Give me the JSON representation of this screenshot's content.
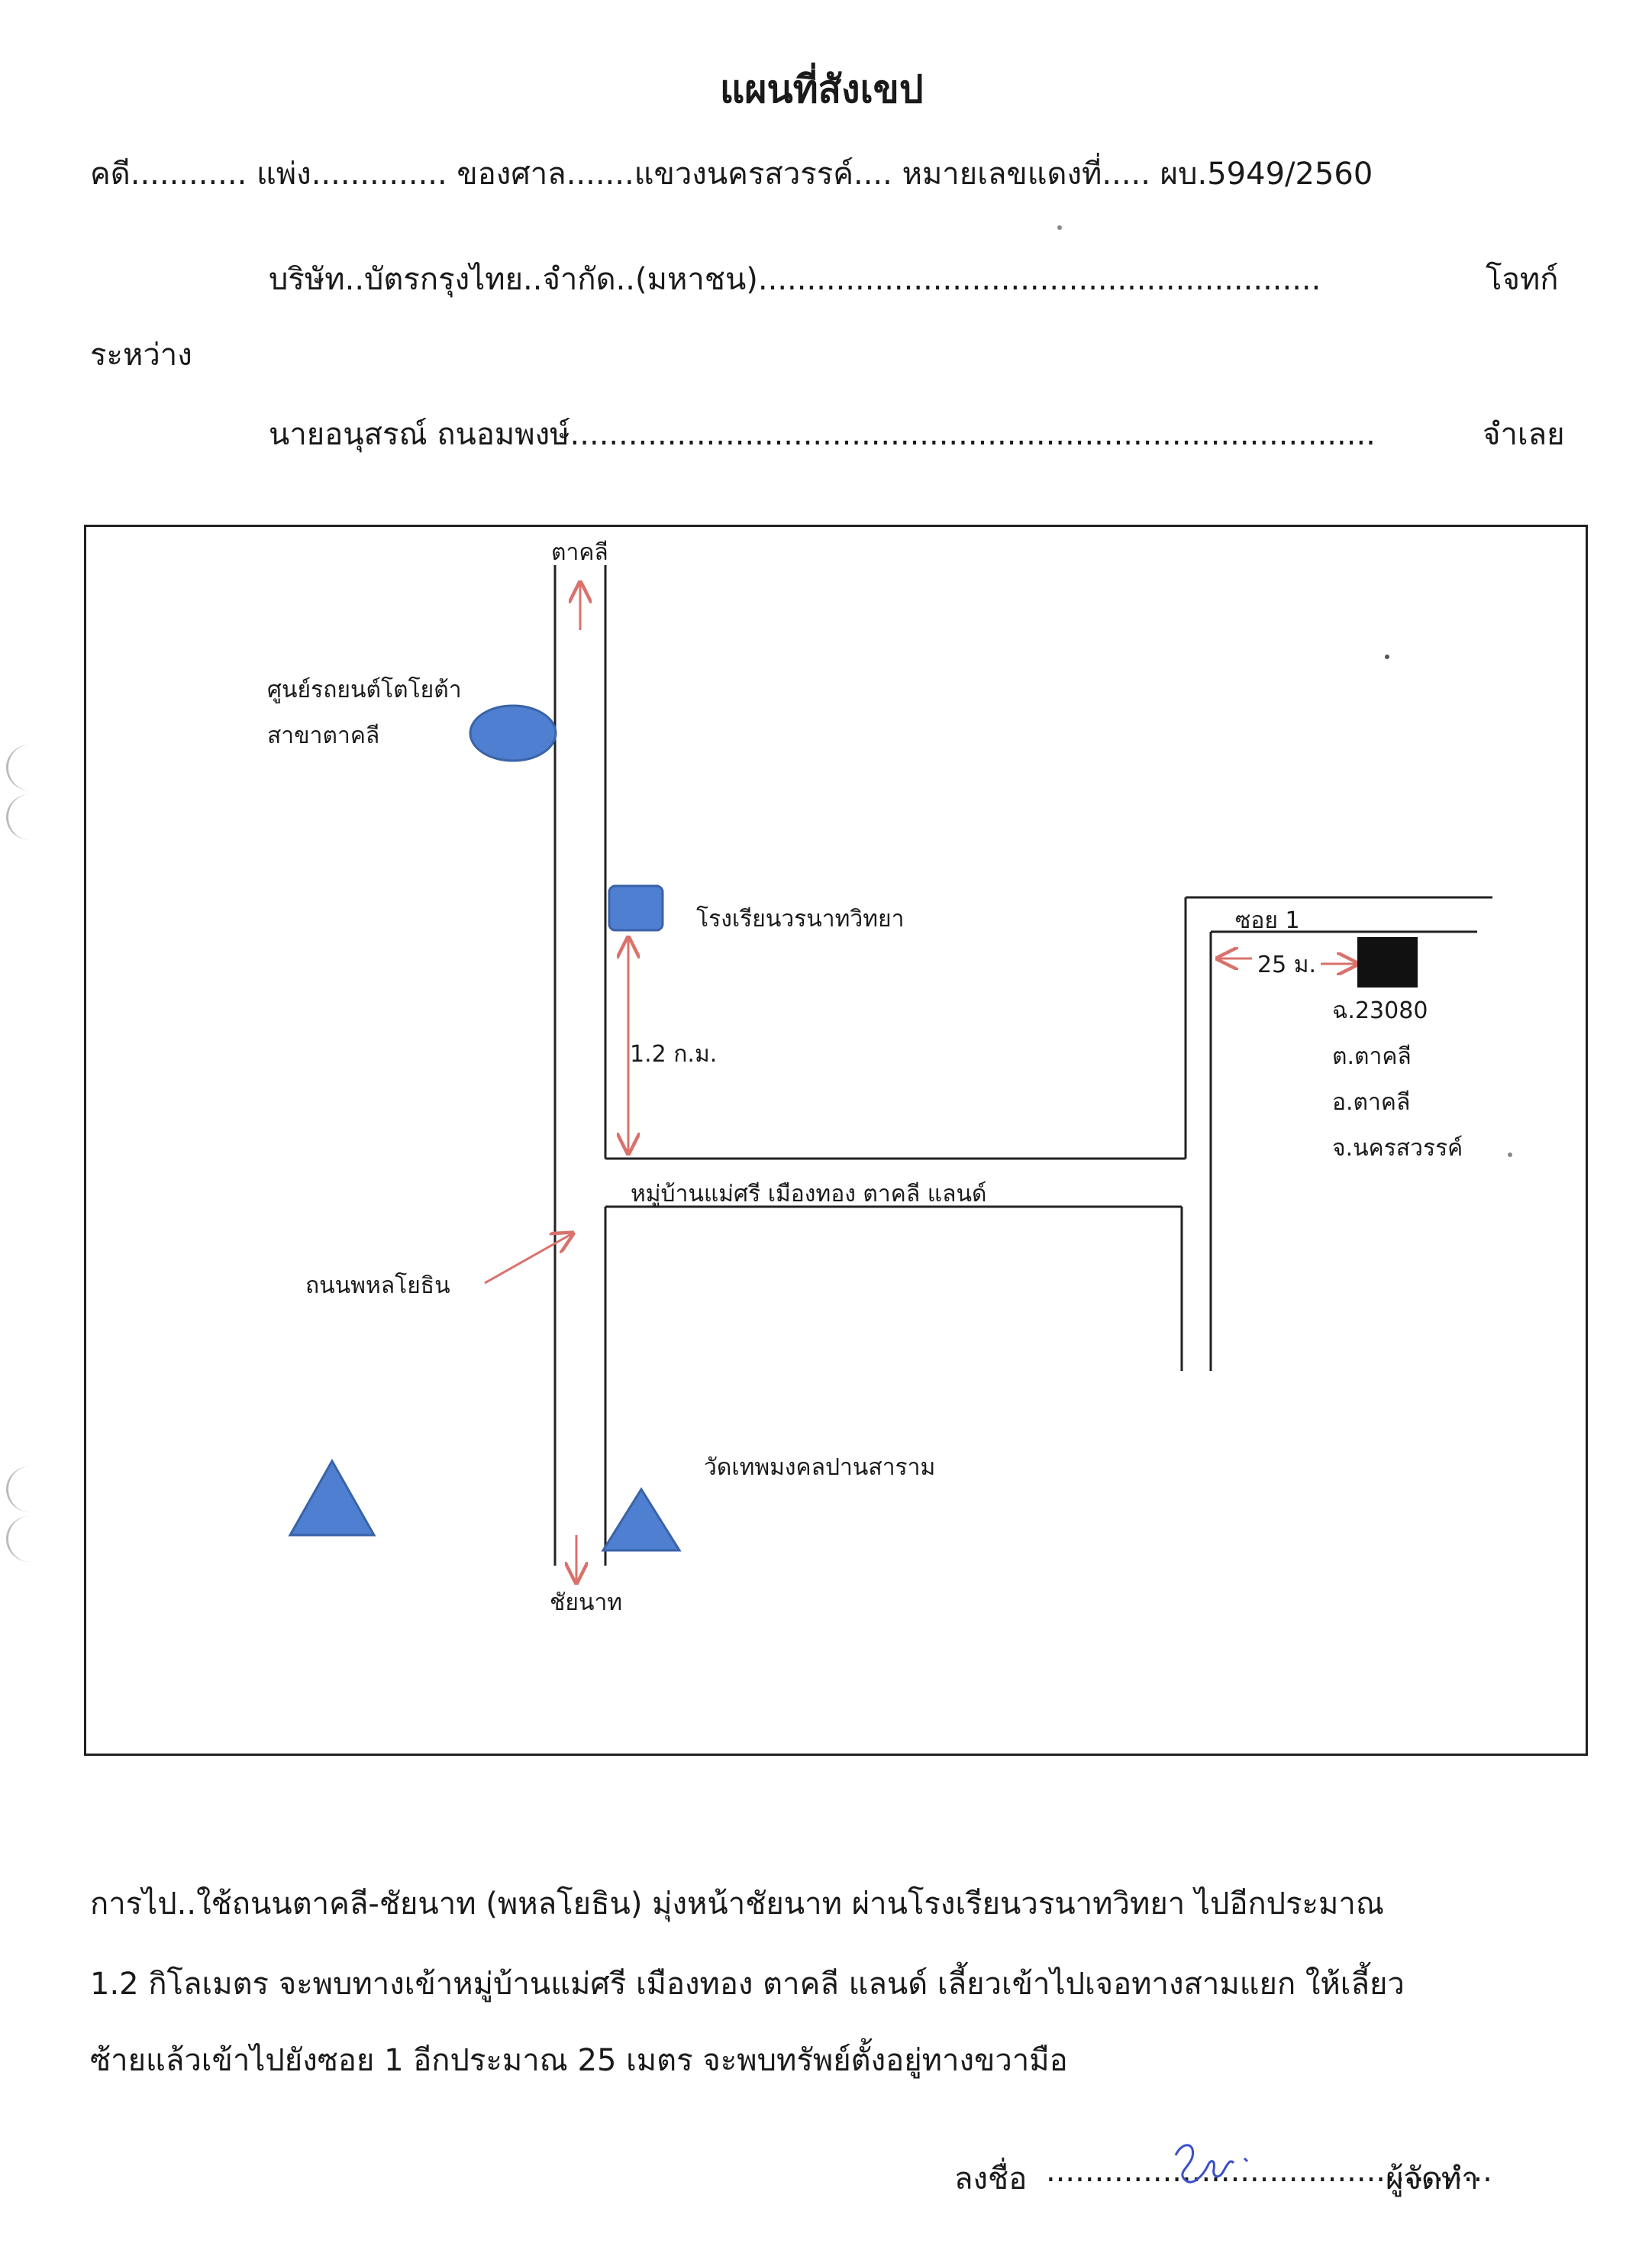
{
  "title": "แผนที่สังเขป",
  "case_line": "คดี............ แพ่ง.............. ของศาล.......แขวงนครสวรรค์.... หมายเลขแดงที่..... ผบ.5949/2560",
  "plaintiff": {
    "name": "บริษัท..บัตรกรุงไทย..จำกัด..(มหาชน)..........................................................",
    "role": "โจทก์"
  },
  "between_label": "ระหว่าง",
  "defendant": {
    "name": "นายอนุสรณ์  ถนอมพงษ์...................................................................................",
    "role": "จำเลย"
  },
  "map": {
    "north_label": "ตาคลี",
    "south_label": "ชัยนาท",
    "toyota_label_line1": "ศูนย์รถยนต์โตโยต้า",
    "toyota_label_line2": "สาขาตาคลี",
    "school_label": "โรงเรียนวรนาทวิทยา",
    "distance_label": "1.2  ก.ม.",
    "village_road_label": "หมู่บ้านแม่ศรี เมืองทอง ตาคลี แลนด์",
    "main_road_label": "ถนนพหลโยธิน",
    "temple_label": "วัดเทพมงคลปานสาราม",
    "soi_label": "ซอย 1",
    "soi_distance_label": "25 ม.",
    "property": {
      "line1": "ฉ.23080",
      "line2": "ต.ตาคลี",
      "line3": "อ.ตาคลี",
      "line4": "จ.นครสวรรค์"
    },
    "colors": {
      "landmark_fill": "#4f7fd0",
      "landmark_stroke": "#3a63a8",
      "arrow": "#d9726b",
      "road": "#222222",
      "property": "#111111"
    }
  },
  "directions": {
    "line1": "การไป..ใช้ถนนตาคลี-ชัยนาท (พหลโยธิน) มุ่งหน้าชัยนาท ผ่านโรงเรียนวรนาทวิทยา ไปอีกประมาณ",
    "line2": "1.2 กิโลเมตร จะพบทางเข้าหมู่บ้านแม่ศรี เมืองทอง ตาคลี แลนด์ เลี้ยวเข้าไปเจอทางสามแยก ให้เลี้ยว",
    "line3": "ซ้ายแล้วเข้าไปยังซอย 1 อีกประมาณ 25 เมตร จะพบทรัพย์ตั้งอยู่ทางขวามือ"
  },
  "signature": {
    "prefix": "ลงชื่อ",
    "dots": "..............................................",
    "suffix": "ผู้จัดทำ"
  }
}
